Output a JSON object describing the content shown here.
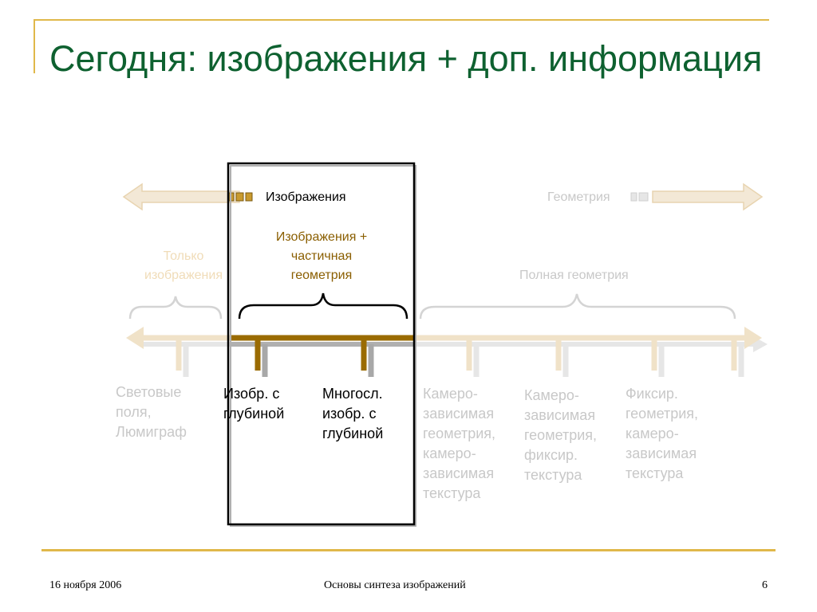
{
  "title": "Сегодня: изображения + доп. информация",
  "colors": {
    "title": "#0e6130",
    "accent": "#e0b84a",
    "highlight": "#9a6b00",
    "faded": "#c8c8c8",
    "faded_tan": "#f0e2c8"
  },
  "diagram": {
    "images_label": "Изображения",
    "geometry_label": "Геометрия",
    "only_images": "Только изображения",
    "partial_geometry": "Изображения + частичная геометрия",
    "full_geometry": "Полная геометрия",
    "items": [
      {
        "text": "Световые поля, Люмиграф"
      },
      {
        "text": "Изобр. с глубиной"
      },
      {
        "text": "Многосл. изобр. с глубиной"
      },
      {
        "text": "Камеро-зависимая геометрия, камеро-зависимая текстура"
      },
      {
        "text": "Камеро-зависимая геометрия, фиксир. текстура"
      },
      {
        "text": "Фиксир. геометрия, камеро-зависимая текстура"
      }
    ]
  },
  "footer": {
    "date": "16 ноября 2006",
    "course": "Основы синтеза изображений",
    "page": "6"
  }
}
